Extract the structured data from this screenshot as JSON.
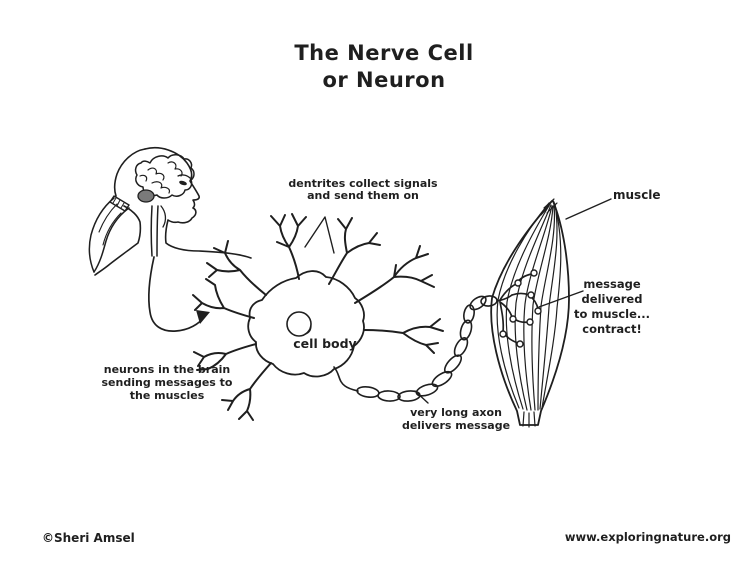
{
  "canvas": {
    "background_color": "#ffffff",
    "ink_color": "#1f1f1f",
    "cerebellum_shade_color": "#7a7a7a"
  },
  "title": {
    "line1": "The Nerve Cell",
    "line2": "or Neuron"
  },
  "annotations": {
    "dendrites": {
      "line1": "dentrites collect signals",
      "line2": "and send them on"
    },
    "muscle": {
      "label": "muscle"
    },
    "cell_body": {
      "label": "cell body"
    },
    "message": {
      "line1": "message",
      "line2": "delivered",
      "line3": "to muscle...",
      "line4": "contract!"
    },
    "brain_neurons": {
      "line1": "neurons in the brain",
      "line2": "sending messages to",
      "line3": "the muscles"
    },
    "axon": {
      "line1": "very long axon",
      "line2": "delivers message"
    }
  },
  "footer": {
    "copyright": "©Sheri Amsel",
    "website": "www.exploringnature.org"
  }
}
